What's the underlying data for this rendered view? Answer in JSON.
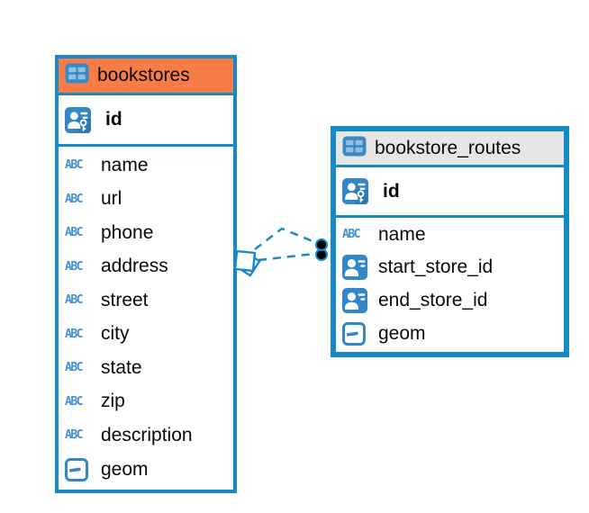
{
  "colors": {
    "entity_border_blue": "#1689c9",
    "icon_blue": "#3287c9",
    "abc_icon_blue": "#4791d2",
    "bookstores_header_bg": "#f87c46",
    "bookstore_routes_header_bg": "#e7e6e5",
    "relation_line_blue": "#1689c9",
    "relation_dot_fill": "#000000",
    "text": "#0a0a0a",
    "background": "#ffffff"
  },
  "icons": {
    "text_type_label": "ABC"
  },
  "tables": [
    {
      "name": "bookstores",
      "primary_key": {
        "label": "id"
      },
      "columns": [
        {
          "label": "name"
        },
        {
          "label": "url"
        },
        {
          "label": "phone"
        },
        {
          "label": "address"
        },
        {
          "label": "street"
        },
        {
          "label": "city"
        },
        {
          "label": "state"
        },
        {
          "label": "zip"
        },
        {
          "label": "description"
        },
        {
          "label": "geom"
        }
      ]
    },
    {
      "name": "bookstore_routes",
      "primary_key": {
        "label": "id"
      },
      "columns": [
        {
          "label": "name"
        },
        {
          "label": "start_store_id"
        },
        {
          "label": "end_store_id"
        },
        {
          "label": "geom"
        }
      ]
    }
  ],
  "relationship": {
    "from_table": "bookstores",
    "to_table": "bookstore_routes",
    "line_style": "dashed",
    "line_count": 2
  }
}
